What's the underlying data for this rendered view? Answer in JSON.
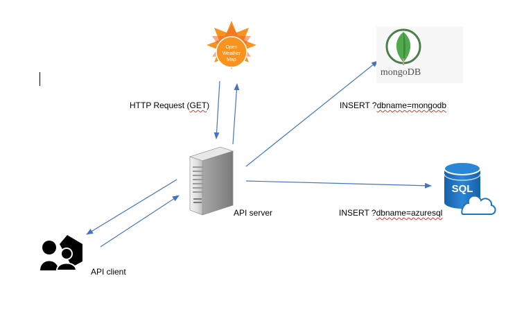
{
  "labels": {
    "http_request_prefix": "HTTP Request (",
    "http_request_method": "GET",
    "http_request_suffix": ")",
    "insert_mongo_prefix": "INSERT ?",
    "insert_mongo_query": "dbname=mongodb",
    "insert_sql_prefix": "INSERT ?",
    "insert_sql_query": "dbname=azuresql",
    "api_server": "API server",
    "api_client": "API client"
  },
  "logos": {
    "openweather": [
      "Open",
      "Weather",
      "Map"
    ],
    "mongodb": "mongoDB",
    "sql": "SQL"
  },
  "icons": {
    "server": "server-tower-icon",
    "client": "users-icon",
    "sun": "sun-icon",
    "leaf": "mongodb-leaf-icon",
    "database": "sql-database-cloud-icon"
  },
  "colors": {
    "arrow": "#4472c4",
    "sun": "#f7931e",
    "sun_dark": "#f26522",
    "mongo_leaf": "#4fa94d",
    "mongo_leaf_dark": "#3e8a3b",
    "sql_blue": "#1e73be",
    "spell_underline": "#d9342b"
  }
}
